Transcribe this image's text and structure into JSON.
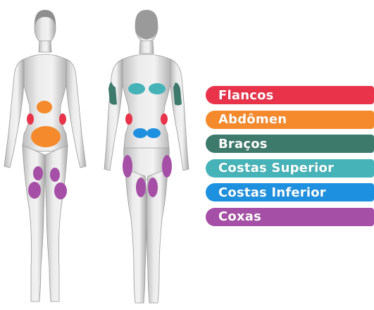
{
  "legend": {
    "items": [
      {
        "key": "flancos",
        "label": "Flancos",
        "color": "#e8334a"
      },
      {
        "key": "abdomen",
        "label": "Abdômen",
        "color": "#f58a2c"
      },
      {
        "key": "bracos",
        "label": "Braços",
        "color": "#3d7a6c"
      },
      {
        "key": "costas_superior",
        "label": "Costas Superior",
        "color": "#45b3b8"
      },
      {
        "key": "costas_inferior",
        "label": "Costas Inferior",
        "color": "#1e90e0"
      },
      {
        "key": "coxas",
        "label": "Coxas",
        "color": "#a64fa6"
      }
    ]
  },
  "figures": [
    "front-view",
    "back-view"
  ]
}
